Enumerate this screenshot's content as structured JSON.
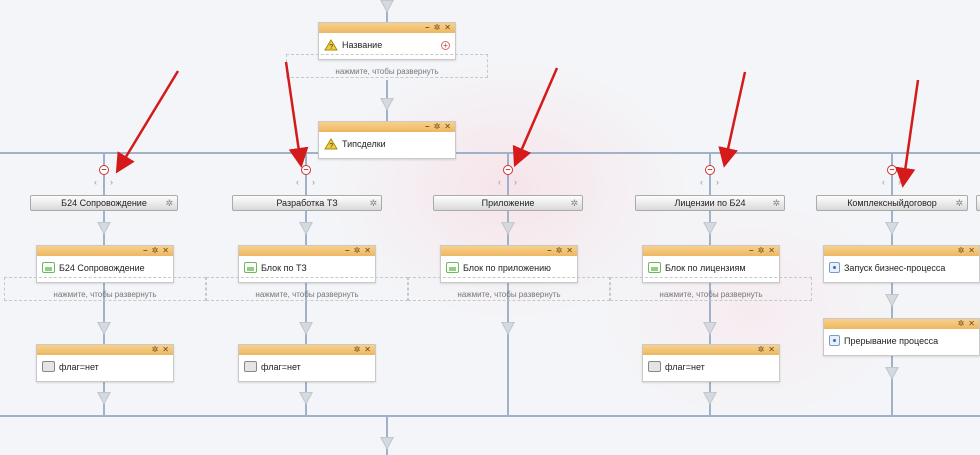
{
  "top": {
    "title_block": {
      "label": "Название",
      "expand_hint": "нажмите, чтобы развернуть"
    },
    "deal_block": {
      "label": "Типсделки"
    }
  },
  "branches": [
    {
      "button": "Б24 Сопровождение",
      "block": "Б24 Сопровождение",
      "expand_hint": "нажмите, чтобы развернуть",
      "flag": "флаг=нет"
    },
    {
      "button": "Разработка ТЗ",
      "block": "Блок по ТЗ",
      "expand_hint": "нажмите, чтобы развернуть",
      "flag": "флаг=нет"
    },
    {
      "button": "Приложение",
      "block": "Блок по приложению",
      "expand_hint": "нажмите, чтобы развернуть"
    },
    {
      "button": "Лицензии по Б24",
      "block": "Блок по лицензиям",
      "expand_hint": "нажмите, чтобы развернуть",
      "flag": "флаг=нет"
    },
    {
      "button": "Комплексныйдоговор",
      "block": "Запуск бизнес-процесса",
      "block2": "Прерывание процесса"
    }
  ],
  "icons": {
    "minimize": "–",
    "settings": "✲",
    "close": "✕",
    "add": "+",
    "remove": "–",
    "chevron_left": "‹",
    "chevron_right": "›"
  },
  "colors": {
    "block_bar": "#f0bf70",
    "connector": "#9fb2c9",
    "arrow": "#d41a1a"
  }
}
